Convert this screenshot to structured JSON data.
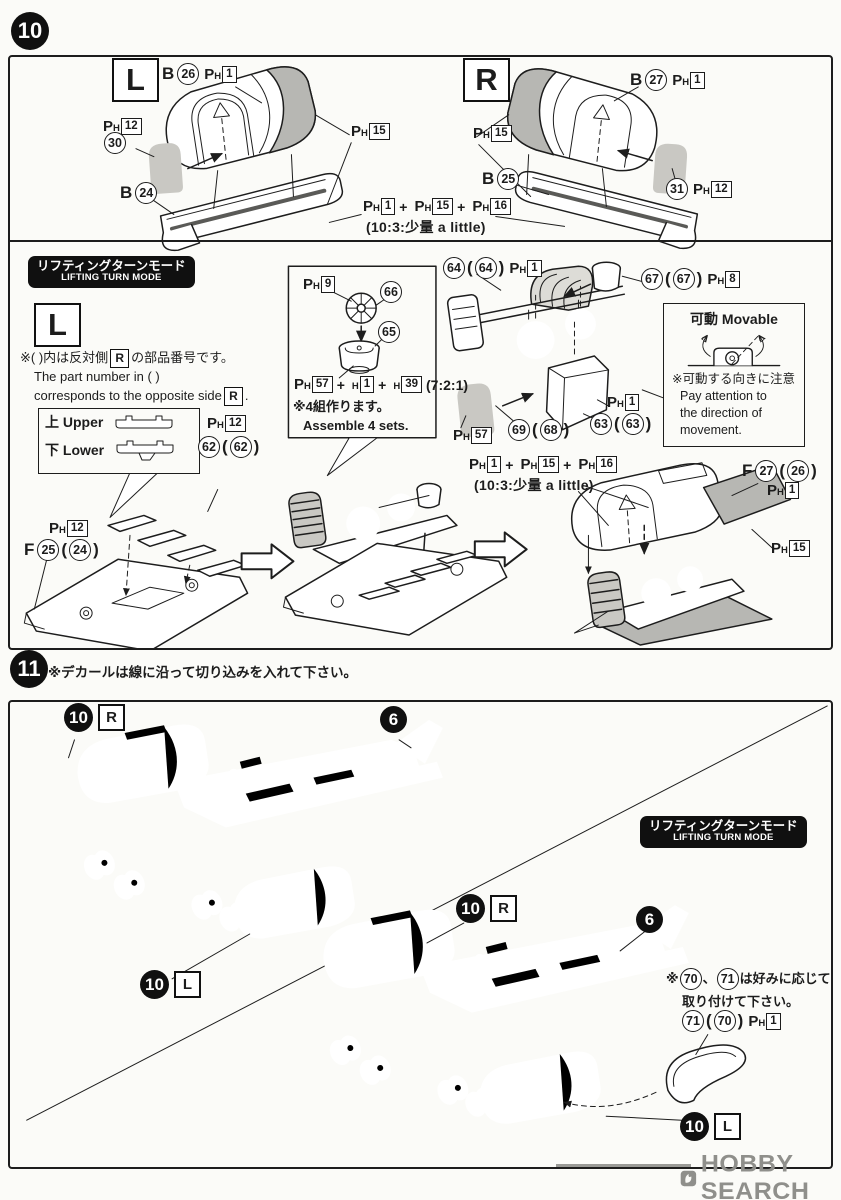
{
  "symbols": {
    "p": "P",
    "h": "H"
  },
  "colors": {
    "ink": "#1d1d1d",
    "paper": "#fbfbf8",
    "gray_fill": "#b7b7b3",
    "badge": "#101010",
    "watermark": "#8f8f8b"
  },
  "step10": {
    "number": "10",
    "left": {
      "side": "L",
      "cover": {
        "letter": "B",
        "num": "26",
        "ph": "1"
      },
      "grille_ph": "12",
      "grille": {
        "num": "30"
      },
      "tray": {
        "letter": "B",
        "num": "24"
      },
      "ph15": "15"
    },
    "right": {
      "side": "R",
      "cover": {
        "letter": "B",
        "num": "27",
        "ph": "1"
      },
      "ph15": "15",
      "tray": {
        "letter": "B",
        "num": "25"
      },
      "grille": {
        "num": "31",
        "ph": "12"
      }
    },
    "cement": {
      "formula": [
        {
          "t": "ph",
          "n": "1"
        },
        {
          "t": "x",
          "v": "+"
        },
        {
          "t": "ph",
          "n": "15"
        },
        {
          "t": "x",
          "v": "+"
        },
        {
          "t": "ph",
          "n": "16"
        }
      ],
      "ratio": "(10:3:少量 a little)"
    },
    "mode_badge": {
      "jp": "リフティングターンモード",
      "en": "LIFTING TURN MODE"
    },
    "lift": {
      "side": "L",
      "note_jp_a": "※( )内は反対側",
      "side_r": "R",
      "note_jp_b": "の部品番号です。",
      "note_en_1": "The part number in ( )",
      "note_en_2a": "corresponds to the opposite side",
      "note_en_2b": ".",
      "upper": "上 Upper",
      "lower": "下 Lower",
      "flap_ph": "12",
      "flap": {
        "num": "62",
        "alt": "62"
      },
      "base_ph": "12",
      "base": {
        "letter": "F",
        "num": "25",
        "alt": "24"
      },
      "inset": {
        "fan_ph": "9",
        "fan": {
          "num": "66"
        },
        "cup": {
          "num": "65"
        },
        "formula": [
          {
            "t": "ph",
            "n": "57"
          },
          {
            "t": "x",
            "v": "+"
          },
          {
            "t": "h",
            "n": "1"
          },
          {
            "t": "x",
            "v": "+"
          },
          {
            "t": "h",
            "n": "39"
          },
          {
            "t": "x",
            "v": "(7:2:1)"
          }
        ],
        "note_jp": "※4組作ります。",
        "note_en": "Assemble 4 sets."
      },
      "gear": {
        "num": "64",
        "alt": "64",
        "ph": "1"
      },
      "cork": {
        "num": "67",
        "alt": "67",
        "ph": "8"
      },
      "movable": {
        "title": "可動 Movable",
        "note_jp": "※可動する向きに注意",
        "note_en1": "Pay attention to",
        "note_en2": "the direction of",
        "note_en3": "movement."
      },
      "duct_ph": "1",
      "duct": {
        "num": "63",
        "alt": "63"
      },
      "grille_ph": "57",
      "grille": {
        "num": "69",
        "alt": "68"
      },
      "cement2": {
        "formula": [
          {
            "t": "ph",
            "n": "1"
          },
          {
            "t": "x",
            "v": "+"
          },
          {
            "t": "ph",
            "n": "15"
          },
          {
            "t": "x",
            "v": "+"
          },
          {
            "t": "ph",
            "n": "16"
          }
        ],
        "ratio": "(10:3:少量 a little)"
      },
      "cover": {
        "letter": "F",
        "num": "27",
        "alt": "26"
      },
      "cover_ph": "1",
      "cover_ph15": "15"
    }
  },
  "step11": {
    "number": "11",
    "note": "※デカールは線に沿って切り込みを入れて下さい。",
    "mode_badge": {
      "jp": "リフティングターンモード",
      "en": "LIFTING TURN MODE"
    },
    "a": {
      "pod_r_num": "10",
      "pod_r_side": "R",
      "frame_num": "6",
      "pod_l_num": "10",
      "pod_l_side": "L"
    },
    "b": {
      "pod_r_num": "10",
      "pod_r_side": "R",
      "frame_num": "6",
      "pod_l_num": "10",
      "pod_l_side": "L"
    },
    "note70": {
      "star": "※",
      "p70": {
        "num": "70"
      },
      "comma": "、",
      "p71": {
        "num": "71"
      },
      "jp1": "は好みに応じて",
      "jp2": "取り付けて下さい。",
      "part": {
        "num": "71",
        "alt": "70",
        "ph": "1"
      }
    }
  },
  "watermark": {
    "text": "HOBBY SEARCH"
  }
}
